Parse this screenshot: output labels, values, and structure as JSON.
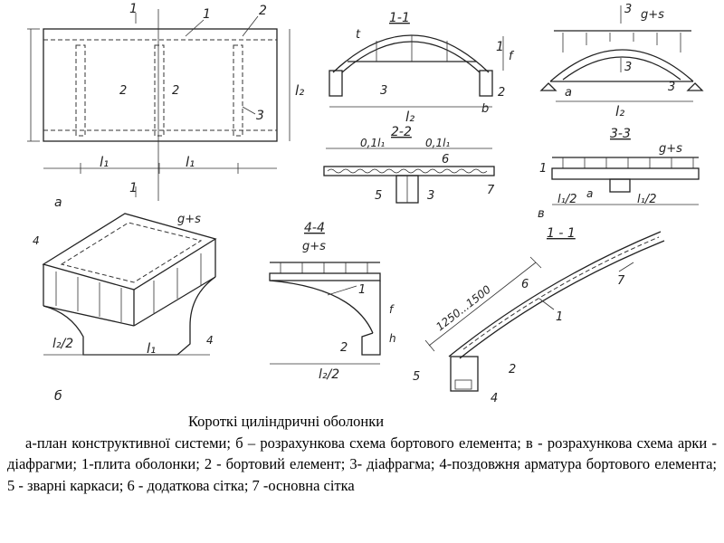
{
  "figure": {
    "section_labels": {
      "s1_1_top": "1-1",
      "s2_2": "2-2",
      "s3_3": "3-3",
      "s4_4": "4-4",
      "s1_1_bottom": "1 - 1"
    },
    "panel_labels": {
      "a": "а",
      "b": "б",
      "c": "в"
    },
    "load_label": "g+s",
    "dims": {
      "l1": "l₁",
      "l2": "l₂",
      "l2_half": "l₂/2",
      "l1_half": "l₁/2",
      "f": "f",
      "h": "h",
      "a": "a",
      "b": "b",
      "t": "t",
      "k01l1": "0,1l₁",
      "range": "1250...1500"
    },
    "markers": [
      "1",
      "2",
      "3",
      "4",
      "5",
      "6",
      "7"
    ]
  },
  "caption": {
    "title": "Короткі циліндричні оболонки",
    "body": "а-план конструктивної системи; б – розрахункова схема бортового елемента; в - розрахункова схема арки - діафрагми;  1-плита оболонки; 2 - бортовий елемент; 3- діафрагма; 4-поздовжня арматура бортового елемента; 5 - зварні каркаси; 6 - додаткова сітка; 7 -основна сітка"
  }
}
